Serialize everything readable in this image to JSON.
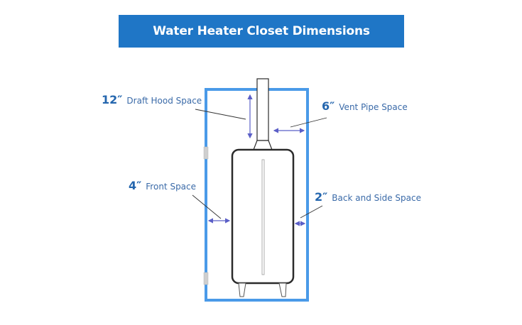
{
  "title": "Water Heater Closet Dimensions",
  "labels": {
    "draft_hood": {
      "value": "12″",
      "text": "Draft Hood Space"
    },
    "vent_pipe": {
      "value": "6″",
      "text": "Vent Pipe Space"
    },
    "front": {
      "value": "4″",
      "text": "Front Space"
    },
    "back_side": {
      "value": "2″",
      "text": "Back and Side Space"
    }
  },
  "colors": {
    "title_bg": "#1f76c6",
    "closet_wall": "#4a9ae8",
    "label_text": "#2466ae",
    "arrow": "#5b5fc7",
    "heater_outline": "#2b2b2b",
    "hinge": "#c8c8c8"
  }
}
